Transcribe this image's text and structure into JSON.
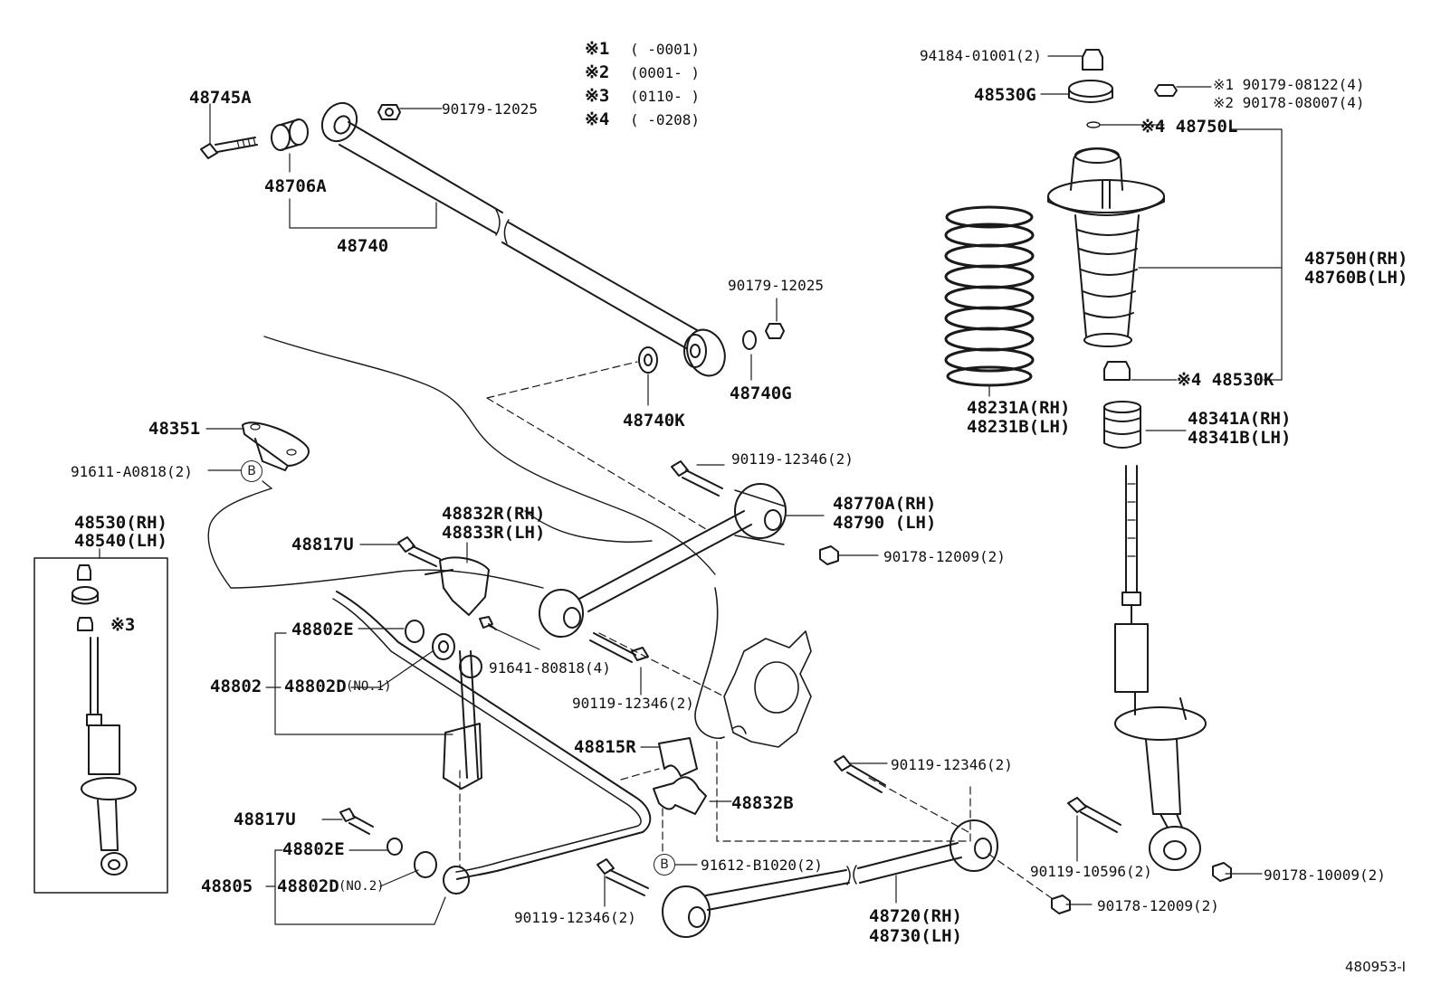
{
  "legend": [
    {
      "mark": "※1",
      "range": "(      -0001)"
    },
    {
      "mark": "※2",
      "range": "(0001-      )"
    },
    {
      "mark": "※3",
      "range": "(0110-      )"
    },
    {
      "mark": "※4",
      "range": "(      -0208)"
    }
  ],
  "parts": {
    "p48745A": "48745A",
    "p48706A": "48706A",
    "p48740": "48740",
    "p90179_12025_top": "90179-12025",
    "p90179_12025_mid": "90179-12025",
    "p48740G": "48740G",
    "p48740K": "48740K",
    "p94184": "94184-01001(2)",
    "p48530G": "48530G",
    "p90179_08122": "※1 90179-08122(4)",
    "p90178_08007": "※2 90178-08007(4)",
    "p48750L": "※4 48750L",
    "p48750H": "48750H(RH)",
    "p48760B": "48760B(LH)",
    "p48231A": "48231A(RH)",
    "p48231B": "48231B(LH)",
    "p48530K": "※4 48530K",
    "p48341A": "48341A(RH)",
    "p48341B": "48341B(LH)",
    "p48351": "48351",
    "p91611": "91611-A0818(2)",
    "p48530": "48530(RH)",
    "p48540": "48540(LH)",
    "p_x3": "※3",
    "p48817U_a": "48817U",
    "p48832R": "48832R(RH)",
    "p48833R": "48833R(LH)",
    "p90119_12346_a": "90119-12346(2)",
    "p48770A": "48770A(RH)",
    "p48790": "48790  (LH)",
    "p90178_12009_a": "90178-12009(2)",
    "p48802E_a": "48802E",
    "p48802": "48802",
    "p48802D_a": "48802D",
    "p_no1": "(NO.1)",
    "p91641": "91641-80818(4)",
    "p90119_12346_b": "90119-12346(2)",
    "p48815R": "48815R",
    "p48832B": "48832B",
    "p90119_12346_c": "90119-12346(2)",
    "p48817U_b": "48817U",
    "p48802E_b": "48802E",
    "p48805": "48805",
    "p48802D_b": "48802D",
    "p_no2": "(NO.2)",
    "p91612": "91612-B1020(2)",
    "p90119_12346_d": "90119-12346(2)",
    "p48720": "48720(RH)",
    "p48730": "48730(LH)",
    "p90119_10596": "90119-10596(2)",
    "p90178_12009_b": "90178-12009(2)",
    "p90178_10009": "90178-10009(2)"
  },
  "callouts": {
    "b1": "B",
    "b2": "B"
  },
  "diagram_id": "480953-I"
}
